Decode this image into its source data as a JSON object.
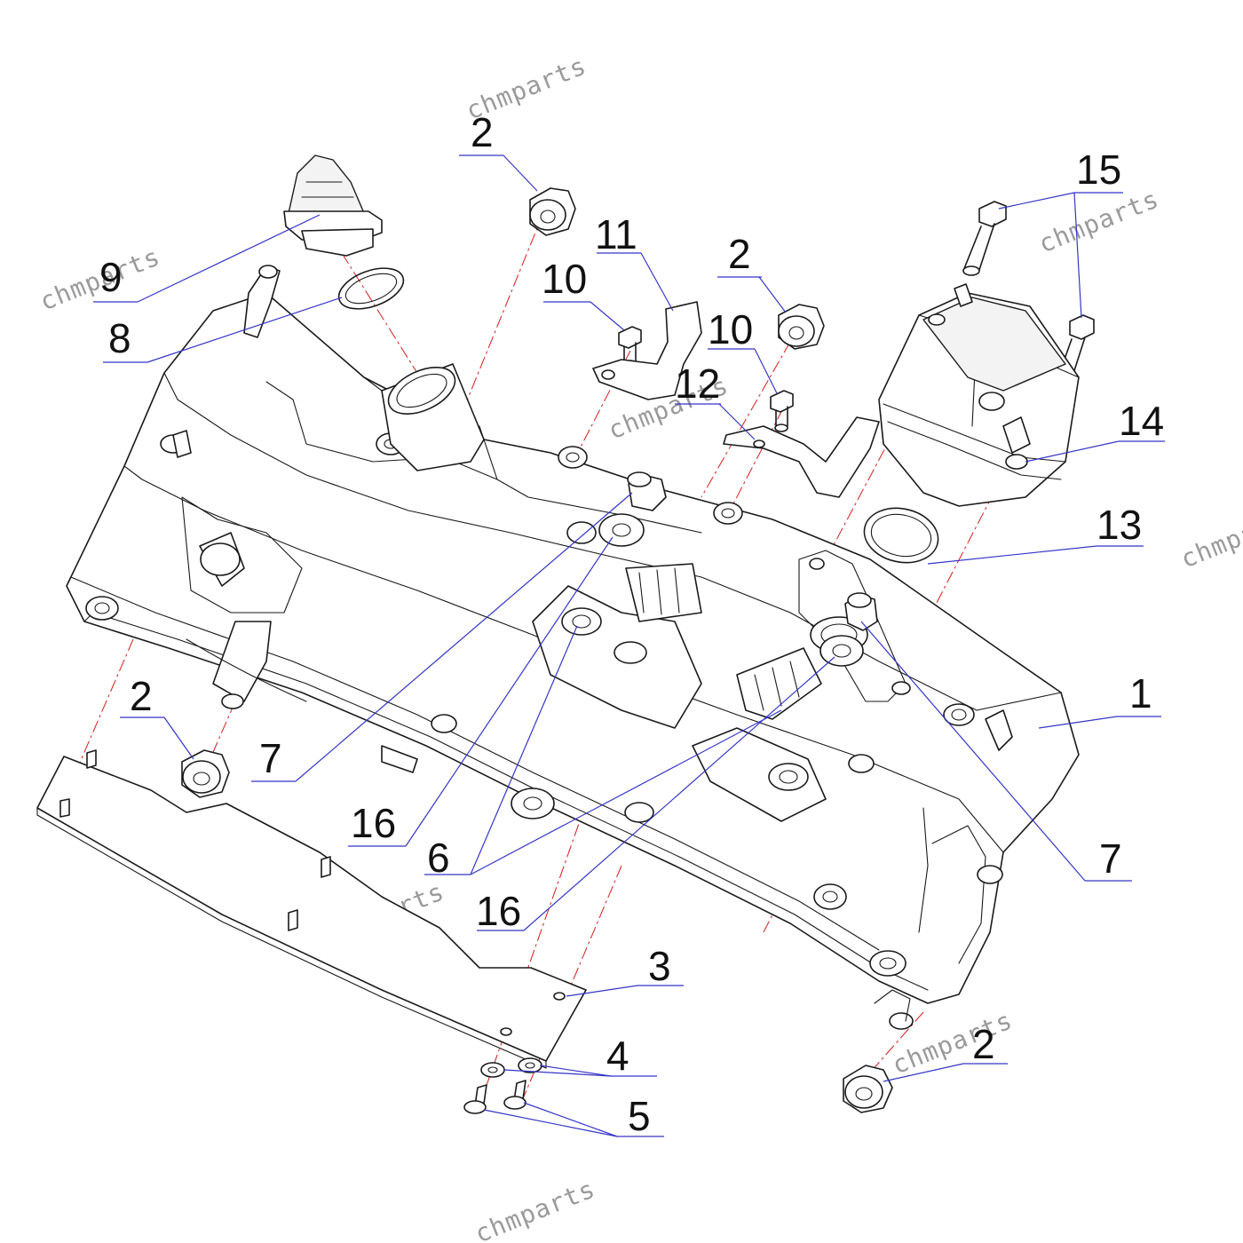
{
  "diagram": {
    "watermark": "chmparts",
    "colors": {
      "line": "#1a1a1a",
      "leader": "#3535c8",
      "center_axis": "#d21e1e",
      "watermark": "#9a9a9a"
    },
    "callouts": [
      {
        "id": "c2a",
        "label": "2"
      },
      {
        "id": "c15",
        "label": "15"
      },
      {
        "id": "c11",
        "label": "11"
      },
      {
        "id": "c2b",
        "label": "2"
      },
      {
        "id": "c10a",
        "label": "10"
      },
      {
        "id": "c10b",
        "label": "10"
      },
      {
        "id": "c12",
        "label": "12"
      },
      {
        "id": "c9",
        "label": "9"
      },
      {
        "id": "c8",
        "label": "8"
      },
      {
        "id": "c14",
        "label": "14"
      },
      {
        "id": "c13",
        "label": "13"
      },
      {
        "id": "c1",
        "label": "1"
      },
      {
        "id": "c2c",
        "label": "2"
      },
      {
        "id": "c7a",
        "label": "7"
      },
      {
        "id": "c16a",
        "label": "16"
      },
      {
        "id": "c6",
        "label": "6"
      },
      {
        "id": "c16b",
        "label": "16"
      },
      {
        "id": "c7b",
        "label": "7"
      },
      {
        "id": "c3",
        "label": "3"
      },
      {
        "id": "c4",
        "label": "4"
      },
      {
        "id": "c5",
        "label": "5"
      },
      {
        "id": "c2d",
        "label": "2"
      }
    ]
  }
}
